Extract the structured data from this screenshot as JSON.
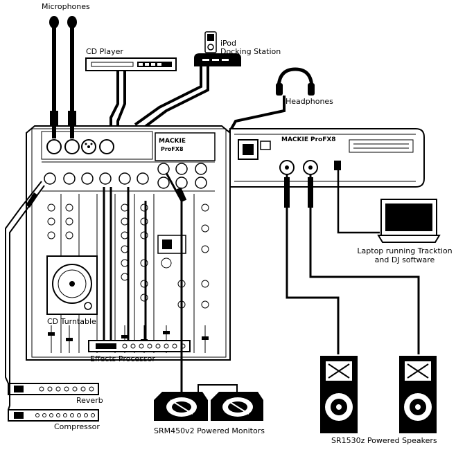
{
  "labels": {
    "microphones": "Microphones",
    "cd_player": "CD Player",
    "ipod_line1": "iPod",
    "ipod_line2": "Docking Station",
    "headphones": "Headphones",
    "laptop_line1": "Laptop running Tracktion",
    "laptop_line2": "and DJ software",
    "cd_turntable": "CD Turntable",
    "effects_processor": "Effects Processor",
    "reverb": "Reverb",
    "compressor": "Compressor",
    "monitors": "SRM450v2 Powered Monitors",
    "speakers": "SR1530z Powered Speakers"
  },
  "mixer": {
    "brand": "MACKIE",
    "model": "ProFX8"
  },
  "rear_panel": {
    "brand": "MACKIE",
    "model": "ProFX8"
  }
}
